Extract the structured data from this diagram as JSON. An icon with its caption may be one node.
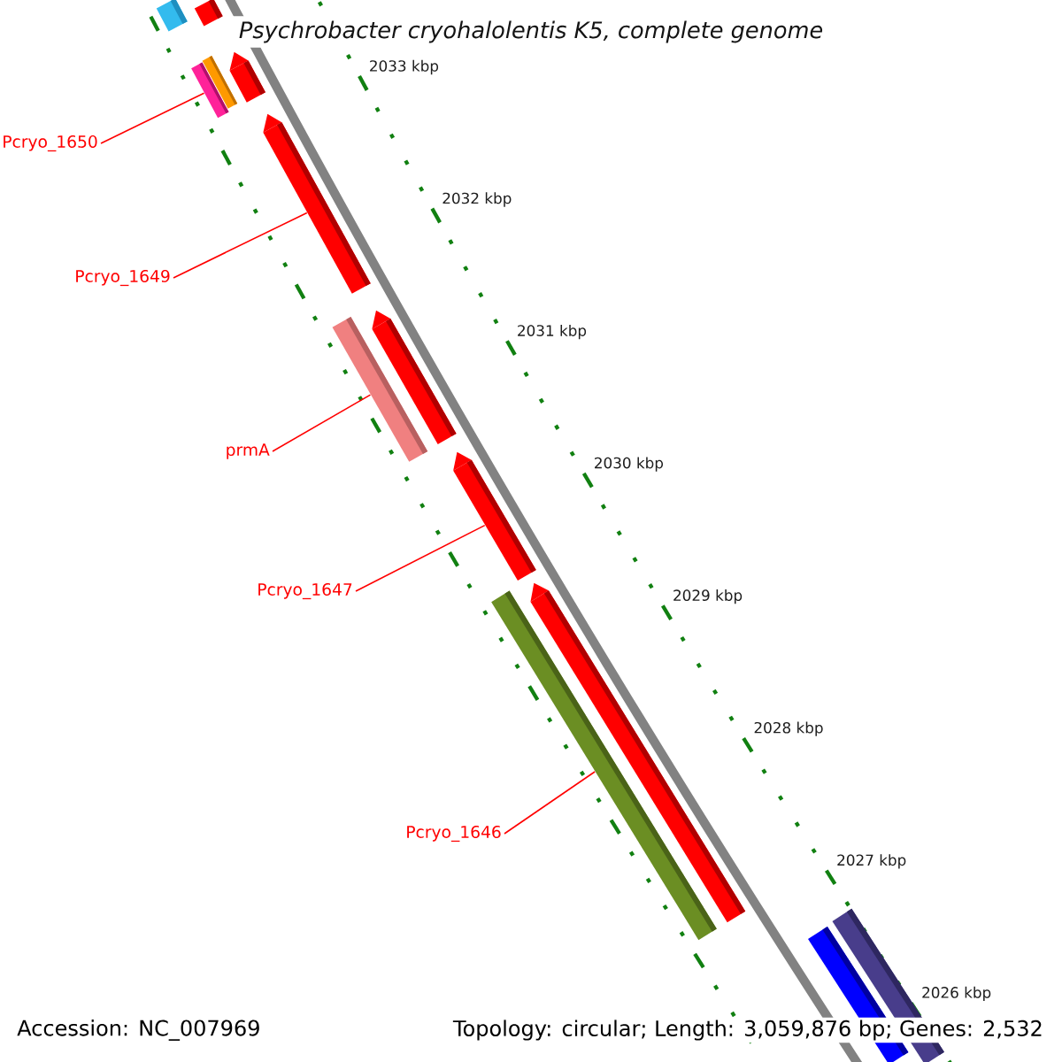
{
  "diagram": {
    "title": "Psychrobacter cryohalolentis K5, complete genome",
    "nodes": [
      {
        "text": [
          "Pcryo_1650"
        ]
      },
      {
        "text": [
          "Pcryo_1649"
        ]
      },
      {
        "text": [
          "prmA"
        ]
      },
      {
        "text": [
          "Pcryo_1647"
        ]
      },
      {
        "text": [
          "Pcryo_1646"
        ]
      },
      {
        "text": [],
        "shape": "bar"
      },
      {
        "text": [],
        "shape": "bar"
      },
      {
        "text": [],
        "shape": "bar"
      },
      {
        "text": [],
        "shape": "bar"
      },
      {
        "text": [],
        "shape": "bar"
      },
      {
        "text": [],
        "shape": "bar"
      },
      {
        "text": [],
        "shape": "bar"
      },
      {
        "text": [],
        "shape": "bar"
      },
      {
        "text": [],
        "shape": "bar"
      },
      {
        "text": [],
        "shape": "bar"
      },
      {
        "text": [],
        "shape": "bar"
      },
      {
        "text": [],
        "shape": "bar"
      },
      {
        "text": [],
        "shape": "bar"
      }
    ],
    "edges": [
      {
        "from": 0,
        "to": 9,
        "arrow": "none"
      },
      {
        "from": 1,
        "to": 10,
        "arrow": "none"
      },
      {
        "from": 2,
        "to": 12,
        "arrow": "none"
      },
      {
        "from": 3,
        "to": 13,
        "arrow": "none"
      },
      {
        "from": 4,
        "to": 15,
        "arrow": "none"
      }
    ],
    "labels": [
      "2033 kbp",
      "2032 kbp",
      "2031 kbp",
      "2030 kbp",
      "2029 kbp",
      "2028 kbp",
      "2027 kbp",
      "2026 kbp",
      "Accession: NC_007969",
      "Topology: circular; Length: 3,059,876 bp; Genes: 2,532"
    ]
  }
}
